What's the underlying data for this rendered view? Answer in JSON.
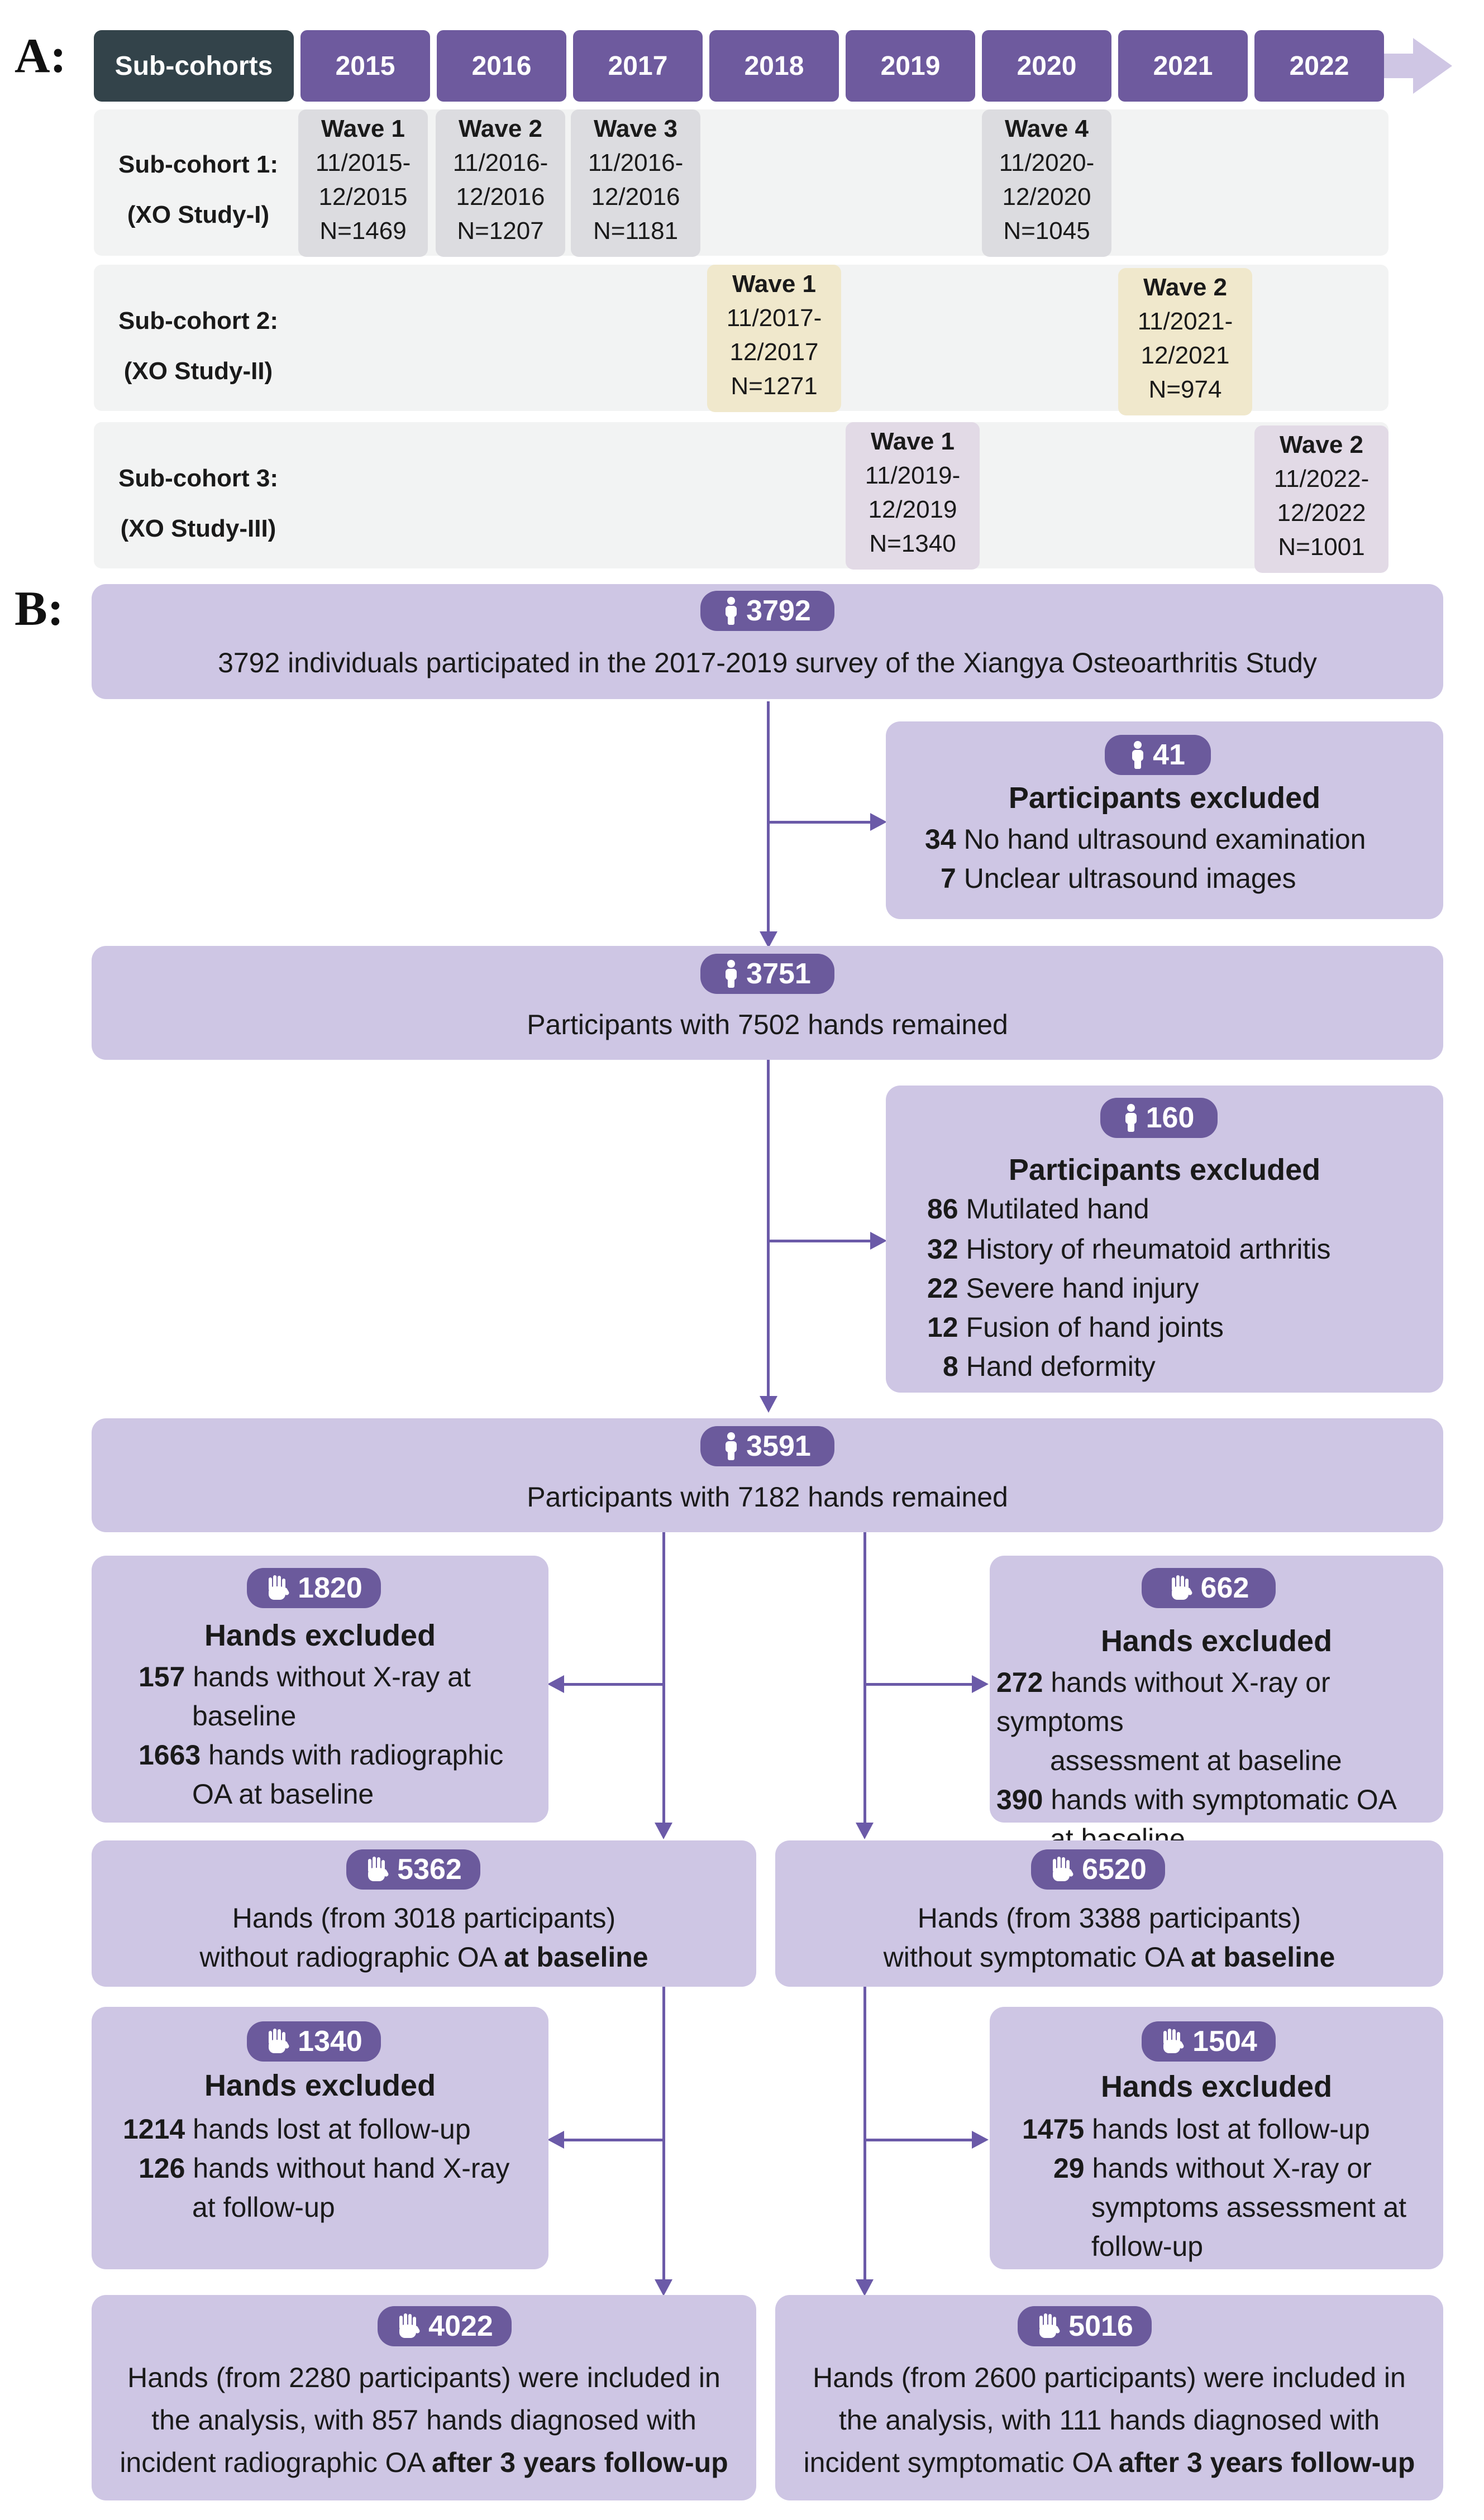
{
  "panel_a": {
    "label": "A:",
    "header": "Sub-cohorts",
    "years": [
      "2015",
      "2016",
      "2017",
      "2018",
      "2019",
      "2020",
      "2021",
      "2022"
    ],
    "rows": [
      {
        "label1": "Sub-cohort 1:",
        "label2": "(XO Study-I)",
        "waves": [
          {
            "title": "Wave 1",
            "from": "11/2015-",
            "to": "12/2015",
            "n": "N=1469"
          },
          {
            "title": "Wave 2",
            "from": "11/2016-",
            "to": "12/2016",
            "n": "N=1207"
          },
          {
            "title": "Wave 3",
            "from": "11/2016-",
            "to": "12/2016",
            "n": "N=1181"
          },
          {
            "title": "Wave 4",
            "from": "11/2020-",
            "to": "12/2020",
            "n": "N=1045"
          }
        ]
      },
      {
        "label1": "Sub-cohort 2:",
        "label2": "(XO Study-II)",
        "waves": [
          {
            "title": "Wave 1",
            "from": "11/2017-",
            "to": "12/2017",
            "n": "N=1271"
          },
          {
            "title": "Wave 2",
            "from": "11/2021-",
            "to": "12/2021",
            "n": "N=974"
          }
        ]
      },
      {
        "label1": "Sub-cohort 3:",
        "label2": "(XO Study-III)",
        "waves": [
          {
            "title": "Wave 1",
            "from": "11/2019-",
            "to": "12/2019",
            "n": "N=1340"
          },
          {
            "title": "Wave 2",
            "from": "11/2022-",
            "to": "12/2022",
            "n": "N=1001"
          }
        ]
      }
    ]
  },
  "panel_b": {
    "label": "B:",
    "start": {
      "badge": "3792",
      "text": "3792 individuals participated in the 2017-2019 survey of the Xiangya Osteoarthritis Study"
    },
    "excl1": {
      "badge": "41",
      "title": "Participants excluded",
      "items": [
        {
          "n": "34",
          "text": "No hand ultrasound examination"
        },
        {
          "n": "7",
          "text": "Unclear ultrasound images"
        }
      ]
    },
    "remain1": {
      "badge": "3751",
      "text": "Participants with 7502 hands remained"
    },
    "excl2": {
      "badge": "160",
      "title": "Participants excluded",
      "items": [
        {
          "n": "86",
          "text": "Mutilated hand"
        },
        {
          "n": "32",
          "text": "History of rheumatoid arthritis"
        },
        {
          "n": "22",
          "text": "Severe hand injury"
        },
        {
          "n": "12",
          "text": "Fusion of hand joints"
        },
        {
          "n": "8",
          "text": "Hand deformity"
        }
      ]
    },
    "remain2": {
      "badge": "3591",
      "text": "Participants with 7182 hands remained"
    },
    "left_excl1": {
      "badge": "1820",
      "title": "Hands excluded",
      "i1n": "157",
      "i1a": "hands without X-ray at",
      "i1b": "baseline",
      "i2n": "1663",
      "i2a": "hands with radiographic",
      "i2b": "OA at baseline"
    },
    "right_excl1": {
      "badge": "662",
      "title": "Hands excluded",
      "i1n": "272",
      "i1a": "hands without X-ray or symptoms",
      "i1b": "assessment at baseline",
      "i2n": "390",
      "i2a": "hands with symptomatic OA",
      "i2b": "at baseline"
    },
    "left_base": {
      "badge": "5362",
      "line1": "Hands (from 3018 participants)",
      "line2a": "without radiographic OA ",
      "line2b": "at baseline"
    },
    "right_base": {
      "badge": "6520",
      "line1": "Hands (from 3388 participants)",
      "line2a": "without symptomatic OA ",
      "line2b": "at baseline"
    },
    "left_excl2": {
      "badge": "1340",
      "title": "Hands excluded",
      "i1n": "1214",
      "i1a": "hands lost at follow-up",
      "i2n": "126",
      "i2a": "hands without hand X-ray",
      "i2b": "at follow-up"
    },
    "right_excl2": {
      "badge": "1504",
      "title": "Hands excluded",
      "i1n": "1475",
      "i1a": "hands lost at follow-up",
      "i2n": "29",
      "i2a": "hands without X-ray or",
      "i2b": "symptoms assessment at",
      "i2c": "follow-up"
    },
    "left_final": {
      "badge": "4022",
      "line1": "Hands (from 2280 participants) were included in",
      "line2": "the analysis, with 857 hands diagnosed with",
      "line3a": "incident radiographic OA ",
      "line3b": "after 3 years follow-up"
    },
    "right_final": {
      "badge": "5016",
      "line1": "Hands (from 2600 participants) were included in",
      "line2": "the analysis, with 111 hands diagnosed with",
      "line3a": "incident symptomatic OA ",
      "line3b": "after 3 years follow-up"
    }
  },
  "icons": {
    "person": "person-icon",
    "hand": "hand-icon"
  },
  "colors": {
    "primary": "#6b5a9c",
    "box": "#cec6e4",
    "header": "#33434a"
  }
}
